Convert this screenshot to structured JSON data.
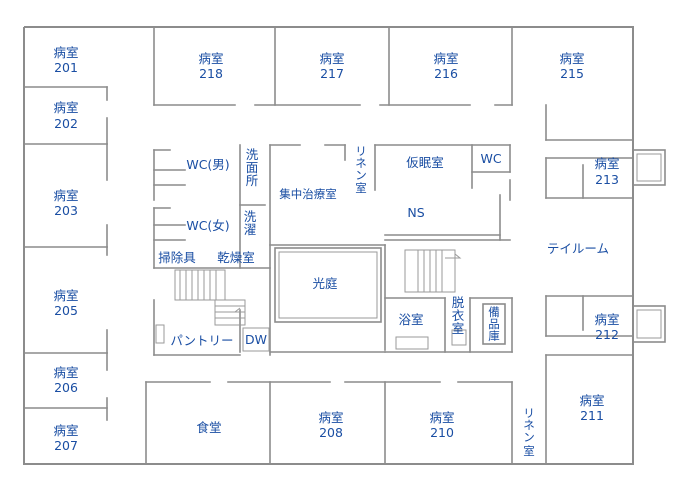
{
  "floor_plan": {
    "rooms": {
      "r201": {
        "name": "病室",
        "number": "201"
      },
      "r202": {
        "name": "病室",
        "number": "202"
      },
      "r203": {
        "name": "病室",
        "number": "203"
      },
      "r205": {
        "name": "病室",
        "number": "205"
      },
      "r206": {
        "name": "病室",
        "number": "206"
      },
      "r207": {
        "name": "病室",
        "number": "207"
      },
      "r218": {
        "name": "病室",
        "number": "218"
      },
      "r217": {
        "name": "病室",
        "number": "217"
      },
      "r216": {
        "name": "病室",
        "number": "216"
      },
      "r215": {
        "name": "病室",
        "number": "215"
      },
      "r213": {
        "name": "病室",
        "number": "213"
      },
      "r212": {
        "name": "病室",
        "number": "212"
      },
      "r211": {
        "name": "病室",
        "number": "211"
      },
      "r208": {
        "name": "病室",
        "number": "208"
      },
      "r210": {
        "name": "病室",
        "number": "210"
      }
    },
    "facilities": {
      "wc_male": "WC(男)",
      "wc_female": "WC(女)",
      "washroom": [
        "洗",
        "面",
        "所"
      ],
      "laundry": [
        "洗",
        "濯"
      ],
      "icu": "集中治療室",
      "linen_top": [
        "リ",
        "ネ",
        "ン",
        "室"
      ],
      "nap_room": "仮眠室",
      "wc_staff": "WC",
      "ns": "NS",
      "tea_room": "テイルーム",
      "cleaning": "掃除具",
      "drying": "乾燥室",
      "courtyard": "光庭",
      "pantry": "パントリー",
      "dw": "DW",
      "bath": "浴室",
      "changing": [
        "脱",
        "衣",
        "室"
      ],
      "storage": [
        "備",
        "品",
        "庫"
      ],
      "dining": "食堂",
      "linen_bottom": [
        "リ",
        "ネ",
        "ン",
        "室"
      ]
    }
  }
}
